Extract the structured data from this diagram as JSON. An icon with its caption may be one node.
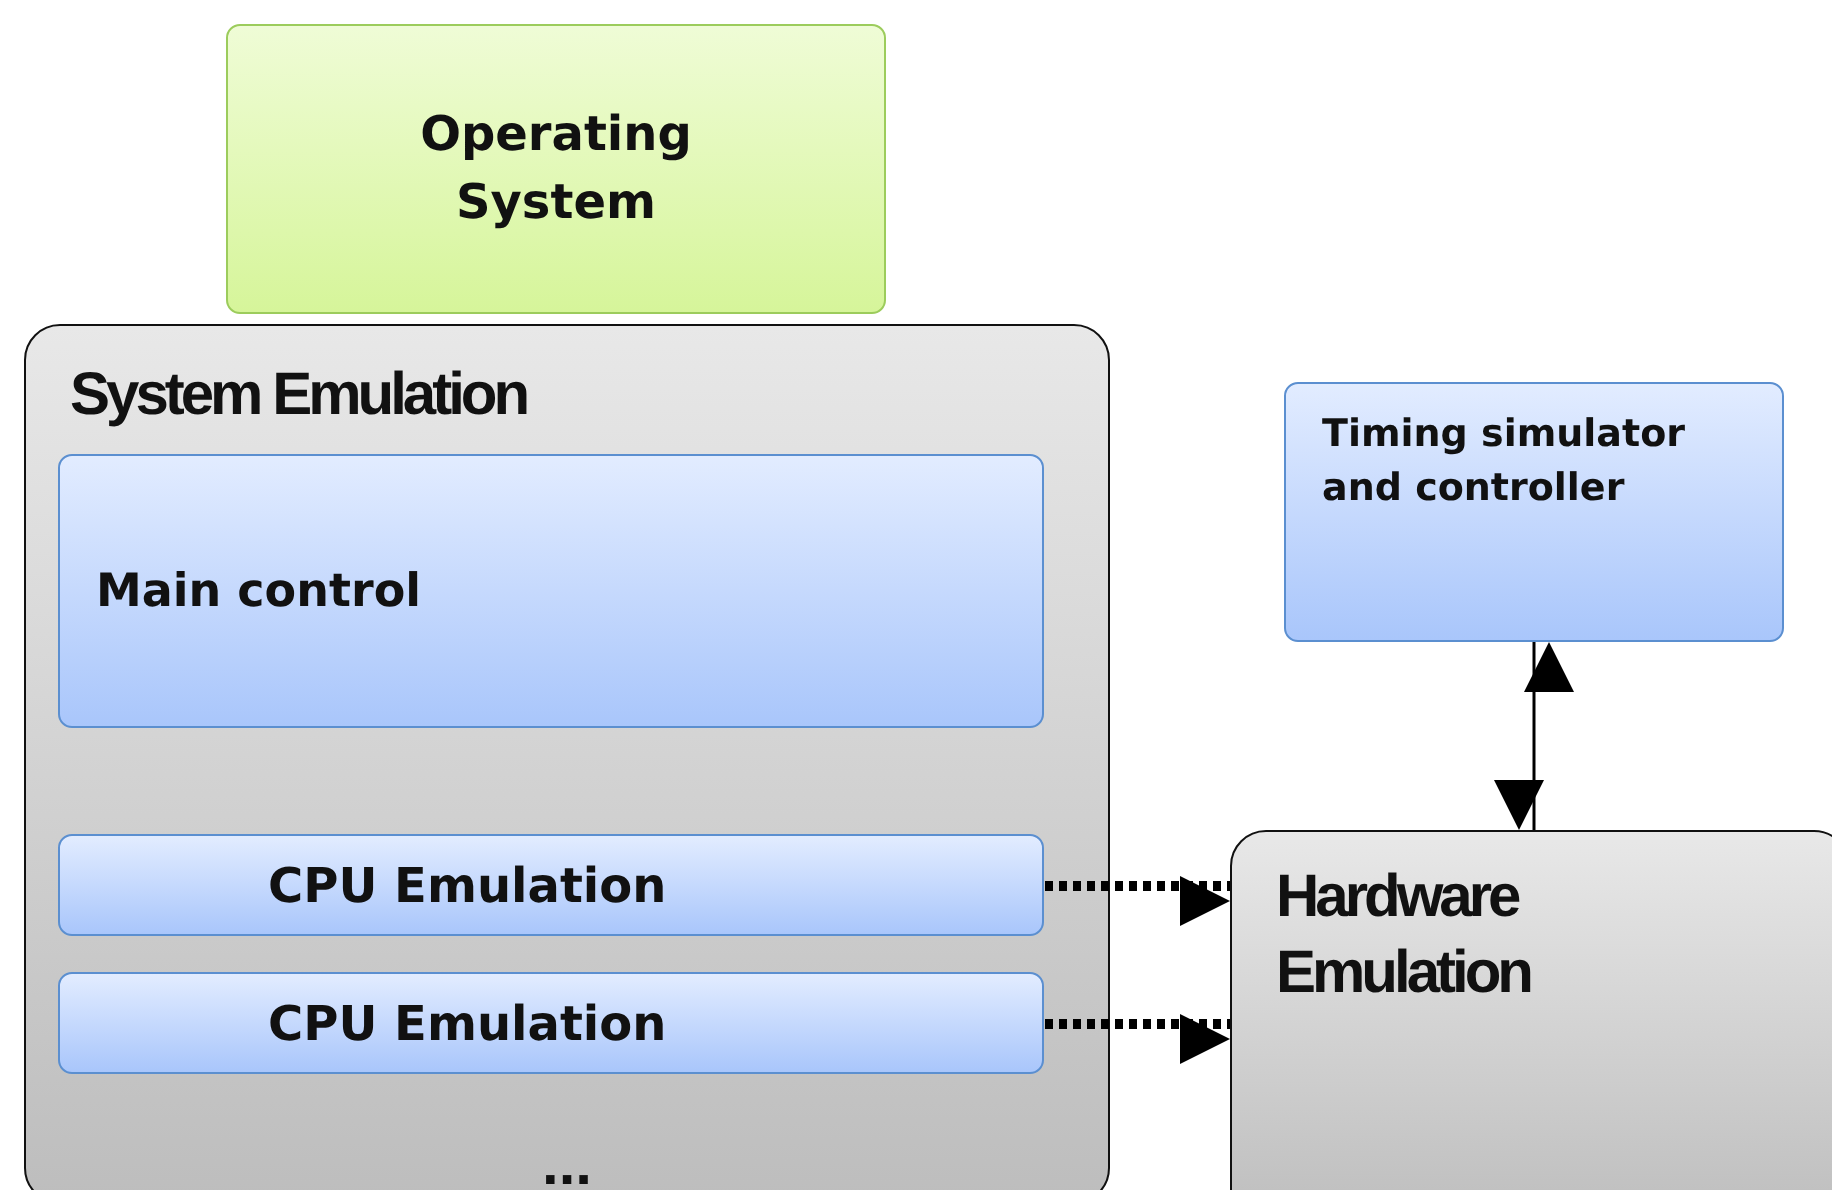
{
  "diagram": {
    "nodes": [
      {
        "text": [
          "Operating System"
        ]
      },
      {
        "text": [
          "System Emulation",
          "..."
        ]
      },
      {
        "text": [
          "Main control"
        ],
        "in": 1
      },
      {
        "text": [
          "CPU Emulation"
        ],
        "in": 1
      },
      {
        "text": [
          "CPU Emulation"
        ],
        "in": 1
      },
      {
        "text": [
          "Timing simulator and controller"
        ]
      },
      {
        "text": [
          "Hardware Emulation"
        ]
      }
    ],
    "edges": [
      {
        "from": 3,
        "to": 6,
        "arrow": "to",
        "style": "dashed"
      },
      {
        "from": 4,
        "to": 6,
        "arrow": "to",
        "style": "dashed"
      },
      {
        "from": 5,
        "to": 6,
        "arrow": "both"
      }
    ]
  }
}
